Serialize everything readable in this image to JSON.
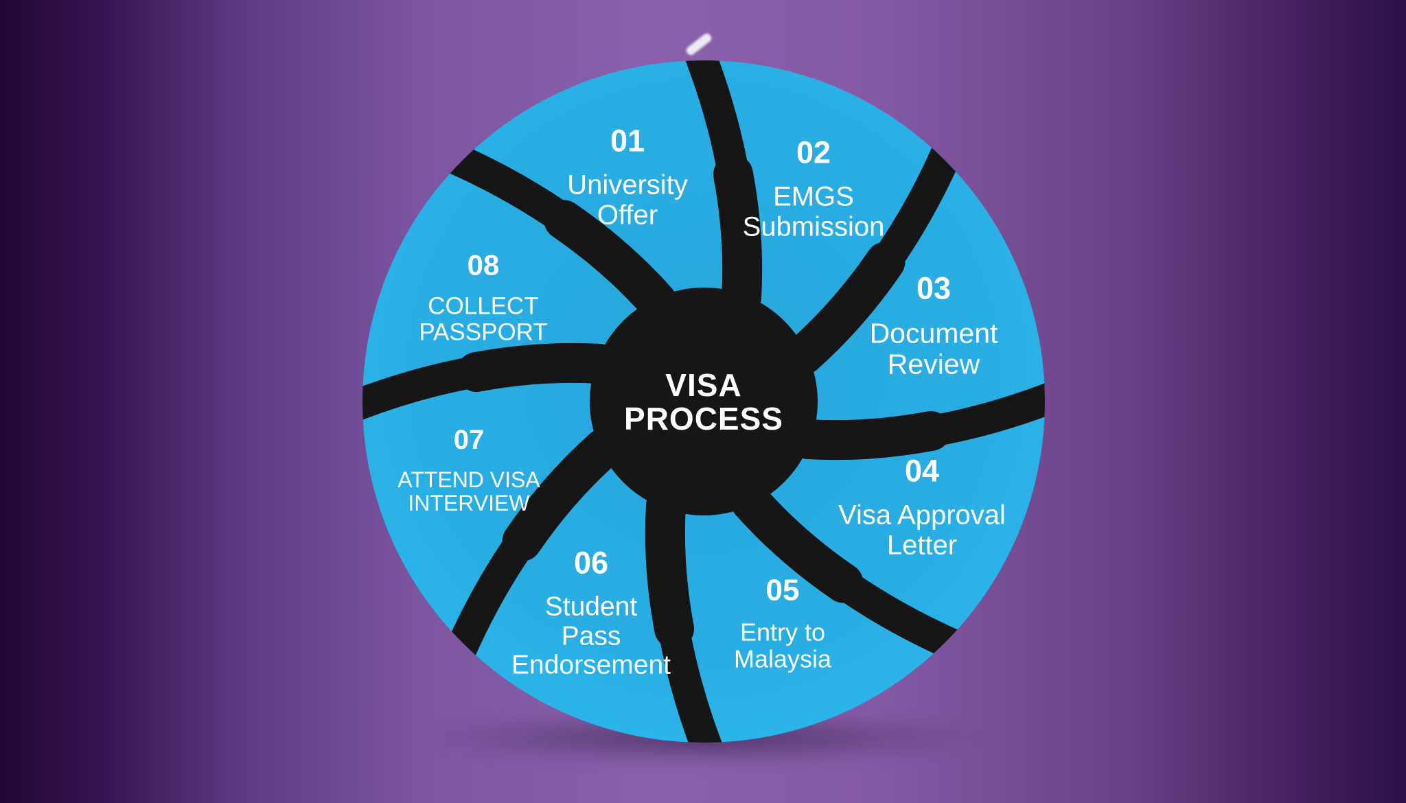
{
  "diagram": {
    "hub_title": "VISA\nPROCESS",
    "steps": [
      {
        "number": "01",
        "label": "University\nOffer"
      },
      {
        "number": "02",
        "label": "EMGS\nSubmission"
      },
      {
        "number": "03",
        "label": "Document\nReview"
      },
      {
        "number": "04",
        "label": "Visa Approval\nLetter"
      },
      {
        "number": "05",
        "label": "Entry to\nMalaysia"
      },
      {
        "number": "06",
        "label": "Student\nPass\nEndorsement"
      },
      {
        "number": "07",
        "label": "ATTEND VISA\nINTERVIEW"
      },
      {
        "number": "08",
        "label": "COLLECT\nPASSPORT"
      }
    ],
    "colors": {
      "segment_cyan": "#2cb5e8",
      "arm_black": "#161616",
      "hub_black": "#161616",
      "text_white": "#ffffff",
      "background_purple_mid": "#8a60ab",
      "background_purple_edge": "#200835"
    }
  }
}
